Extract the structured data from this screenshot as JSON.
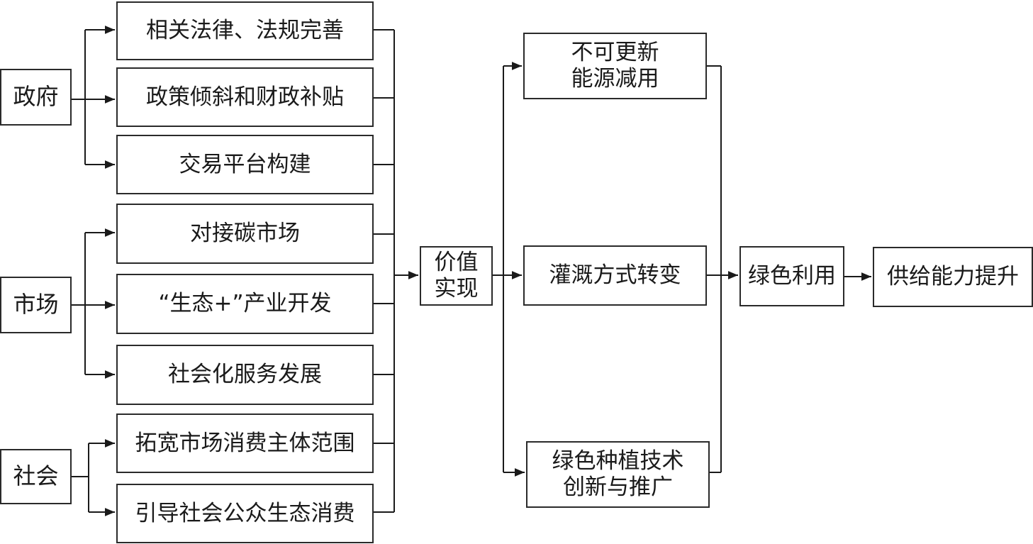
{
  "actors": {
    "government": "政府",
    "market": "市场",
    "society": "社会"
  },
  "measures": [
    "相关法律、法规完善",
    "政策倾斜和财政补贴",
    "交易平台构建",
    "对接碳市场",
    "“生态+”产业开发",
    "社会化服务发展",
    "拓宽市场消费主体范围",
    "引导社会公众生态消费"
  ],
  "center": {
    "value_realization": "价值\n实现"
  },
  "outcomes": [
    "不可更新\n能源减用",
    "灌溉方式转变",
    "绿色种植技术\n创新与推广"
  ],
  "final": {
    "green_use": "绿色利用",
    "supply_capacity": "供给能力提升"
  }
}
